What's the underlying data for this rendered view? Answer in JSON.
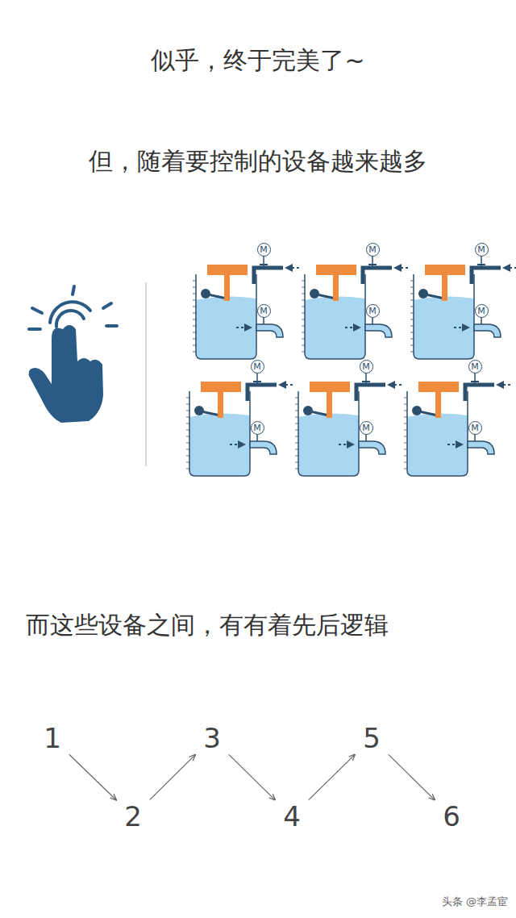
{
  "diagram": {
    "title": "似乎，终于完美了~",
    "nodes": [
      {
        "text": [
          "M"
        ]
      },
      {
        "text": [
          "M"
        ]
      },
      {
        "text": [
          "M"
        ]
      },
      {
        "text": [
          "M"
        ]
      },
      {
        "text": [
          "M"
        ]
      },
      {
        "text": [
          "M"
        ]
      },
      {
        "text": [
          "M"
        ]
      },
      {
        "text": [
          "M"
        ]
      },
      {
        "text": [
          "M"
        ]
      },
      {
        "text": [
          "M"
        ]
      },
      {
        "text": [
          "M"
        ]
      },
      {
        "text": [
          "M"
        ]
      },
      {
        "text": [
          "1"
        ]
      },
      {
        "text": [
          "2"
        ]
      },
      {
        "text": [
          "3"
        ]
      },
      {
        "text": [
          "4"
        ]
      },
      {
        "text": [
          "5"
        ]
      },
      {
        "text": [
          "6"
        ]
      }
    ],
    "edges": [
      {
        "from": 12,
        "to": 13,
        "arrow": "to"
      },
      {
        "from": 13,
        "to": 14,
        "arrow": "to"
      },
      {
        "from": 14,
        "to": 15,
        "arrow": "to"
      },
      {
        "from": 15,
        "to": 16,
        "arrow": "to"
      },
      {
        "from": 16,
        "to": 17,
        "arrow": "to"
      }
    ],
    "labels": [
      "但，随着要控制的设备越来越多",
      "而这些设备之间，有有着先后逻辑",
      "头条 @李孟宦"
    ]
  }
}
